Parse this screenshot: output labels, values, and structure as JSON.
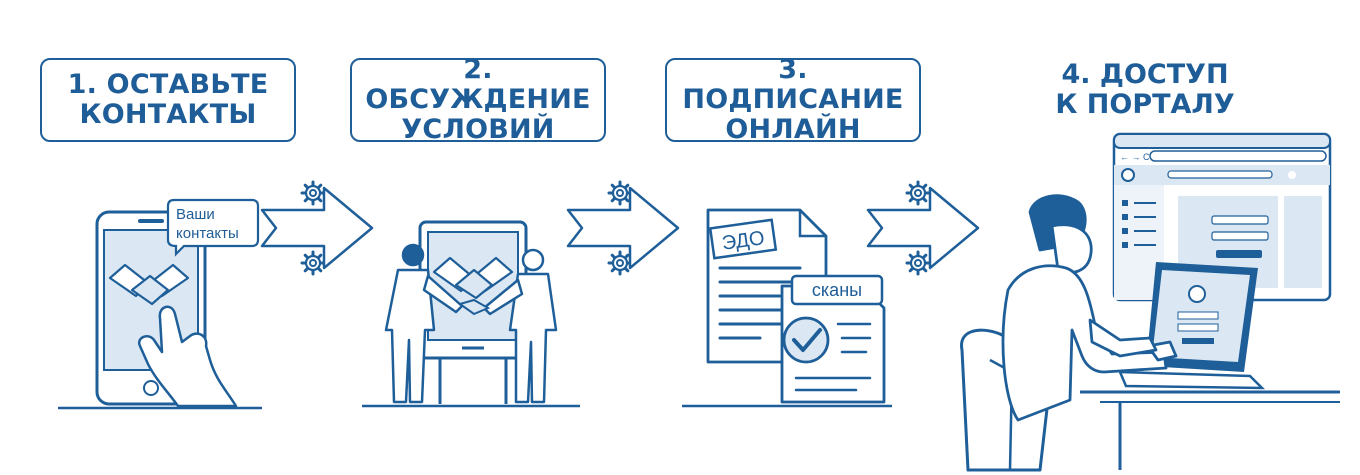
{
  "steps": [
    {
      "line1": "1. ОСТАВЬТЕ",
      "line2": "КОНТАКТЫ"
    },
    {
      "line1": "2. ОБСУЖДЕНИЕ",
      "line2": "УСЛОВИЙ"
    },
    {
      "line1": "3. ПОДПИСАНИЕ",
      "line2": "ОНЛАЙН"
    },
    {
      "line1": "4. ДОСТУП",
      "line2": "К ПОРТАЛУ"
    }
  ],
  "bubble": {
    "line1": "Ваши",
    "line2": "контакты"
  },
  "document": {
    "edo_label": "ЭДО",
    "scans_label": "сканы"
  },
  "colors": {
    "primary": "#1f5f99",
    "light": "#dbe7f3",
    "skin": "#ffffff"
  }
}
